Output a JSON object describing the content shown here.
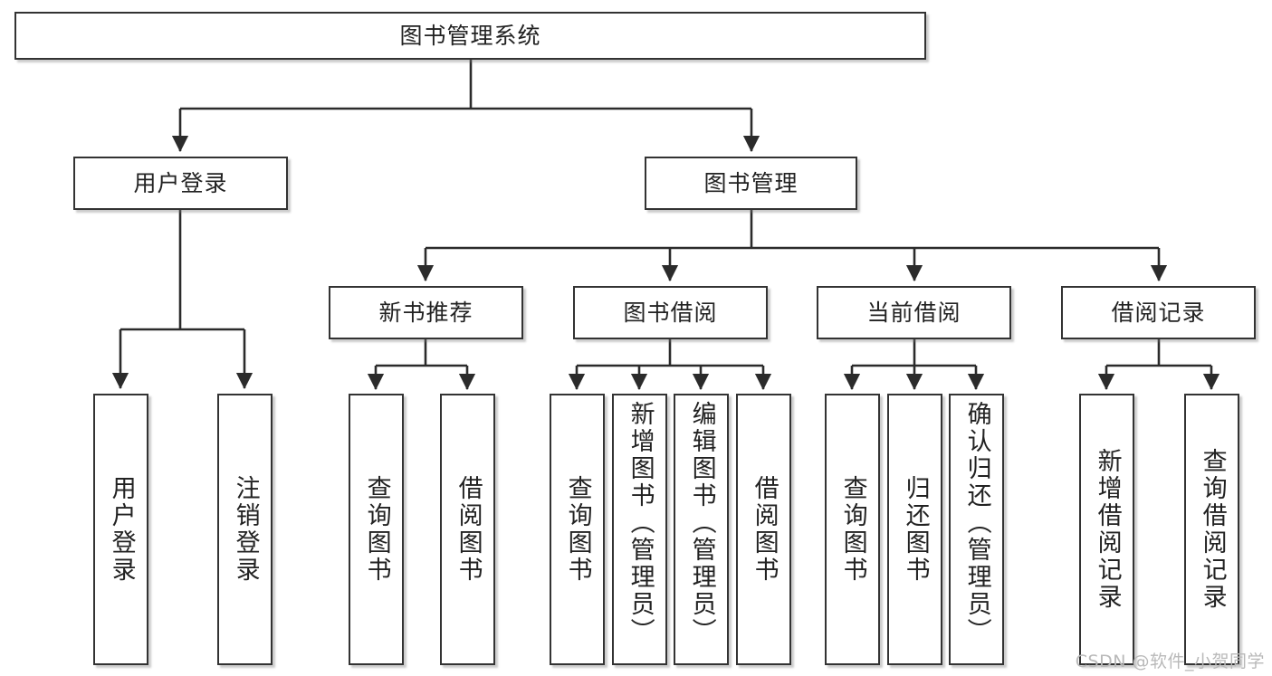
{
  "diagram": {
    "title": "图书管理系统",
    "type": "tree",
    "watermark": "CSDN @软件_小贺同学",
    "colors": {
      "border": "#333333",
      "fill": "#ffffff",
      "text": "#222222",
      "edge": "#2b2b2b",
      "watermark": "#b9b9b9",
      "background": "#ffffff"
    },
    "root": {
      "label": "图书管理系统",
      "children": [
        {
          "label": "用户登录",
          "children": [
            {
              "label": "用户登录"
            },
            {
              "label": "注销登录"
            }
          ]
        },
        {
          "label": "图书管理",
          "children": [
            {
              "label": "新书推荐",
              "children": [
                {
                  "label": "查询图书"
                },
                {
                  "label": "借阅图书"
                }
              ]
            },
            {
              "label": "图书借阅",
              "children": [
                {
                  "label": "查询图书"
                },
                {
                  "label": "新增图书（管理员）"
                },
                {
                  "label": "编辑图书（管理员）"
                },
                {
                  "label": "借阅图书"
                }
              ]
            },
            {
              "label": "当前借阅",
              "children": [
                {
                  "label": "查询图书"
                },
                {
                  "label": "归还图书"
                },
                {
                  "label": "确认归还（管理员）"
                }
              ]
            },
            {
              "label": "借阅记录",
              "children": [
                {
                  "label": "新增借阅记录"
                },
                {
                  "label": "查询借阅记录"
                }
              ]
            }
          ]
        }
      ]
    },
    "nodes": {
      "root": {
        "label": "图书管理系统"
      },
      "user_login": {
        "label": "用户登录"
      },
      "book_manage": {
        "label": "图书管理"
      },
      "new_books": {
        "label": "新书推荐"
      },
      "book_borrow": {
        "label": "图书借阅"
      },
      "current_borrow": {
        "label": "当前借阅"
      },
      "borrow_record": {
        "label": "借阅记录"
      },
      "leaf_u1": {
        "label": "用户登录"
      },
      "leaf_u2": {
        "label": "注销登录"
      },
      "leaf_n1": {
        "label": "查询图书"
      },
      "leaf_n2": {
        "label": "借阅图书"
      },
      "leaf_b1": {
        "label": "查询图书"
      },
      "leaf_b2": {
        "label": "新增图书（管理员）"
      },
      "leaf_b3": {
        "label": "编辑图书（管理员）"
      },
      "leaf_b4": {
        "label": "借阅图书"
      },
      "leaf_c1": {
        "label": "查询图书"
      },
      "leaf_c2": {
        "label": "归还图书"
      },
      "leaf_c3": {
        "label": "确认归还（管理员）"
      },
      "leaf_r1": {
        "label": "新增借阅记录"
      },
      "leaf_r2": {
        "label": "查询借阅记录"
      }
    }
  }
}
